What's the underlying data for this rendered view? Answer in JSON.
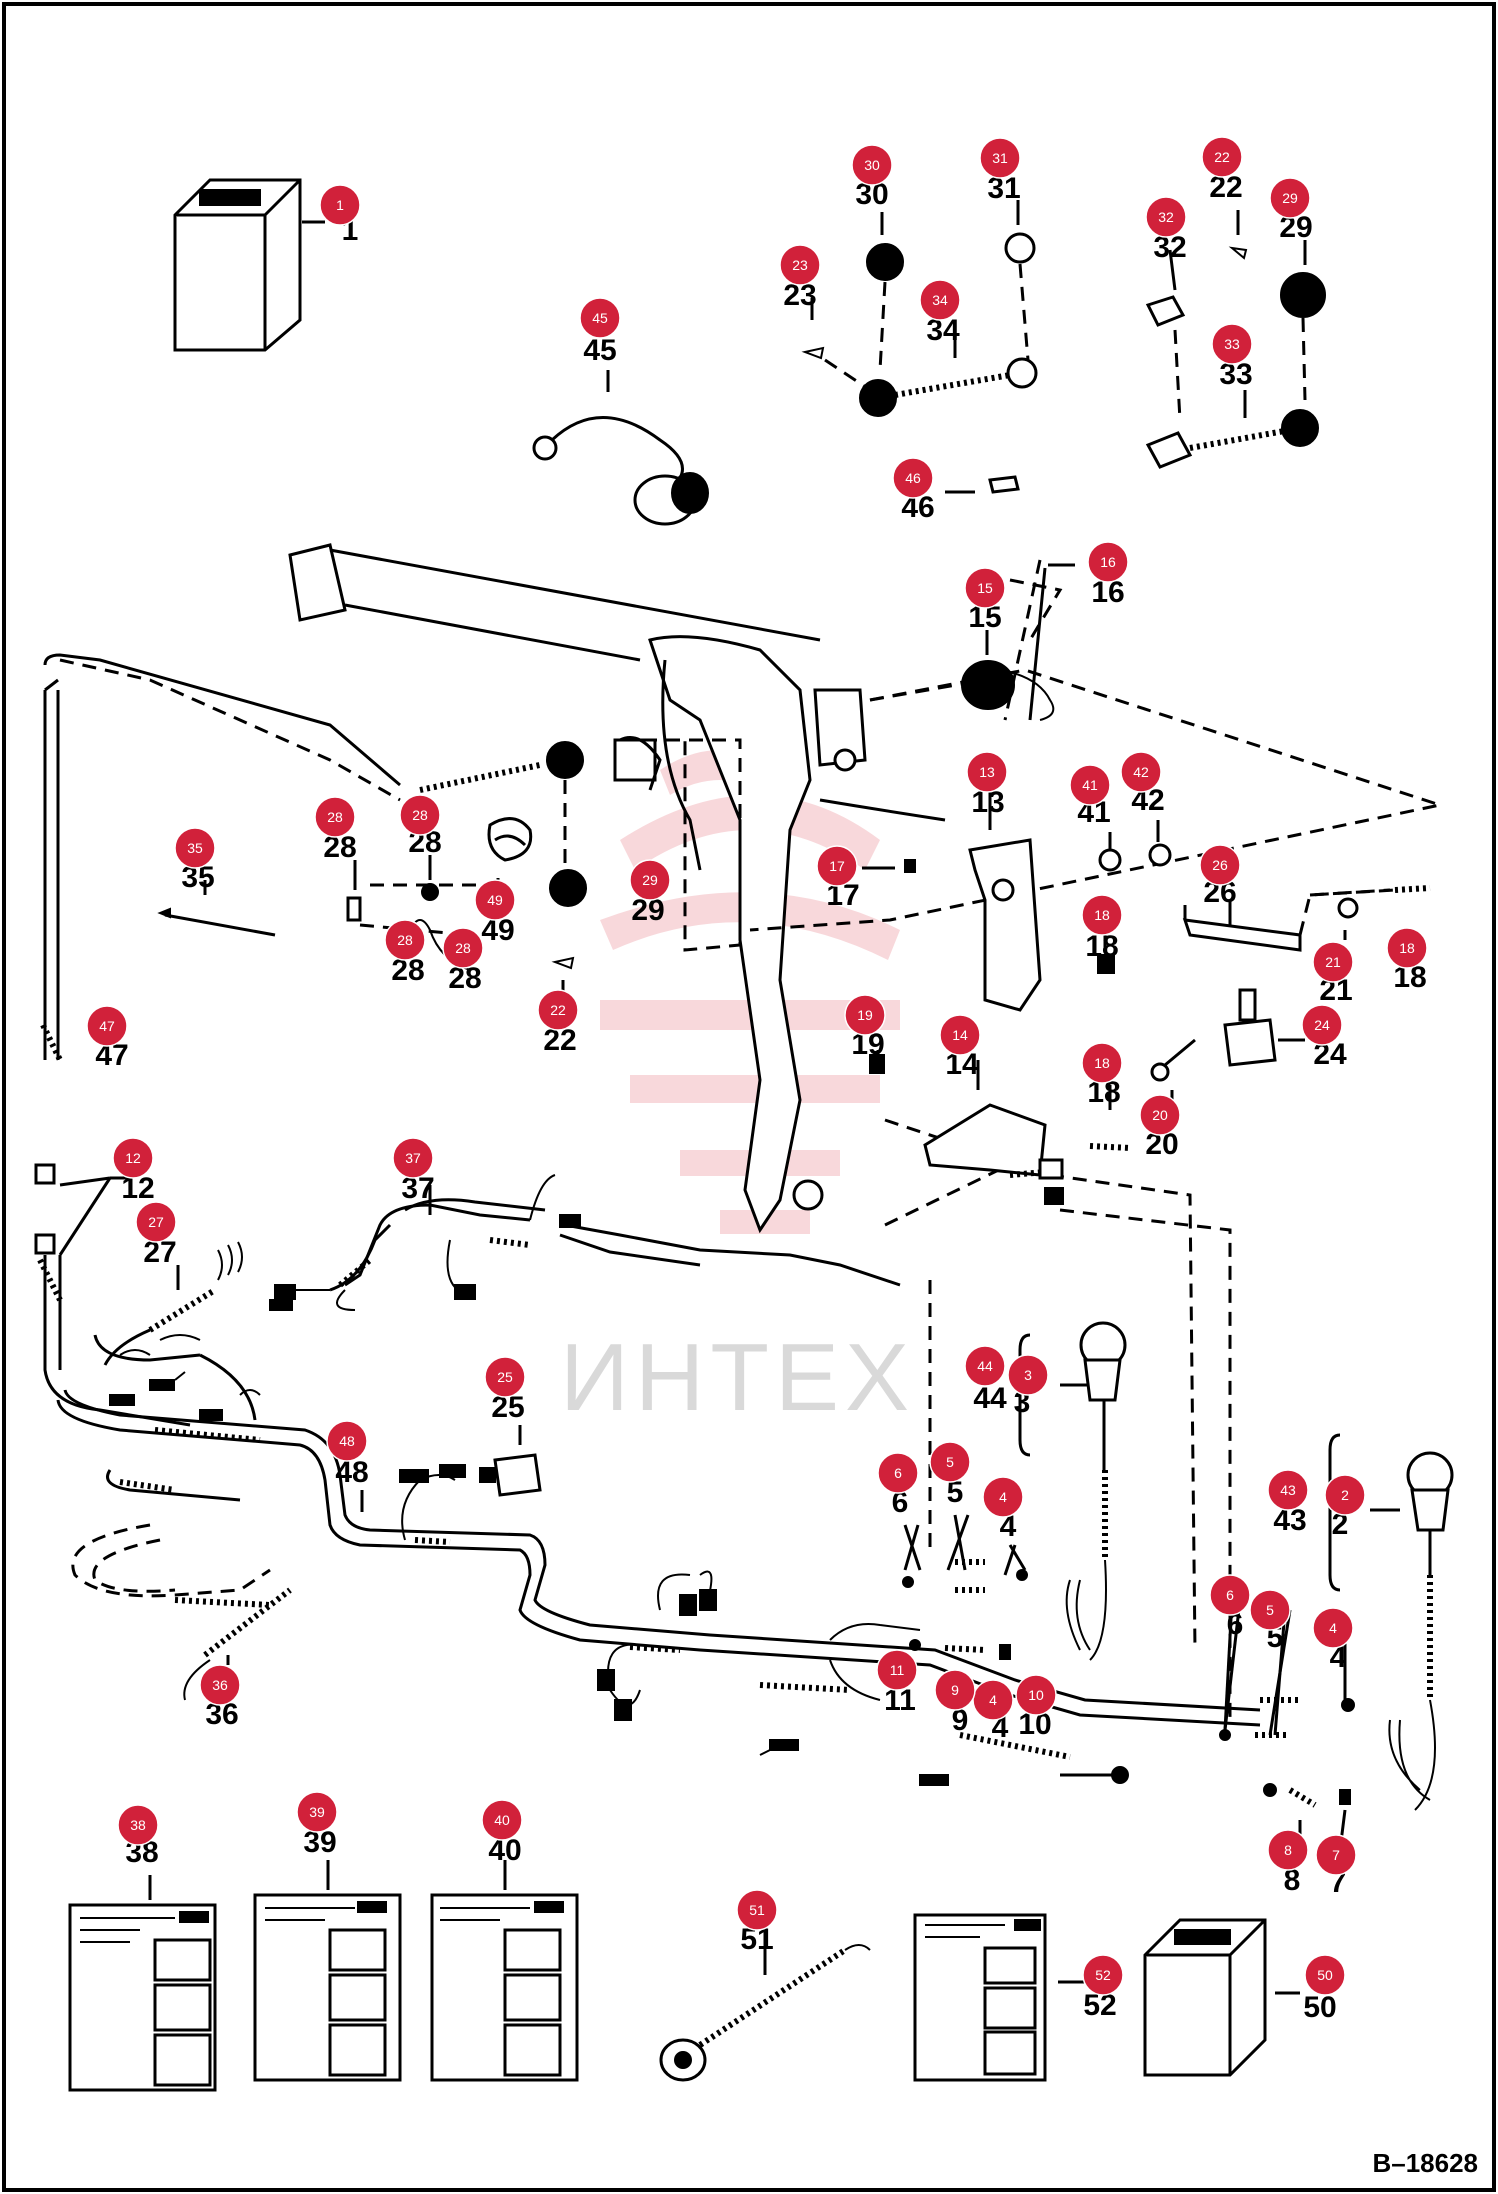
{
  "callouts": [
    {
      "n": "1"
    },
    {
      "n": "2"
    },
    {
      "n": "3"
    },
    {
      "n": "4"
    },
    {
      "n": "5"
    },
    {
      "n": "6"
    },
    {
      "n": "7"
    },
    {
      "n": "8"
    },
    {
      "n": "9"
    },
    {
      "n": "10"
    },
    {
      "n": "11"
    },
    {
      "n": "12"
    },
    {
      "n": "13"
    },
    {
      "n": "14"
    },
    {
      "n": "15"
    },
    {
      "n": "16"
    },
    {
      "n": "17"
    },
    {
      "n": "18"
    },
    {
      "n": "19"
    },
    {
      "n": "20"
    },
    {
      "n": "21"
    },
    {
      "n": "22"
    },
    {
      "n": "23"
    },
    {
      "n": "24"
    },
    {
      "n": "25"
    },
    {
      "n": "26"
    },
    {
      "n": "27"
    },
    {
      "n": "28"
    },
    {
      "n": "29"
    },
    {
      "n": "30"
    },
    {
      "n": "31"
    },
    {
      "n": "32"
    },
    {
      "n": "33"
    },
    {
      "n": "34"
    },
    {
      "n": "35"
    },
    {
      "n": "36"
    },
    {
      "n": "37"
    },
    {
      "n": "38"
    },
    {
      "n": "39"
    },
    {
      "n": "40"
    },
    {
      "n": "41"
    },
    {
      "n": "42"
    },
    {
      "n": "43"
    },
    {
      "n": "44"
    },
    {
      "n": "45"
    },
    {
      "n": "46"
    },
    {
      "n": "47"
    },
    {
      "n": "48"
    },
    {
      "n": "49"
    },
    {
      "n": "50"
    },
    {
      "n": "51"
    },
    {
      "n": "52"
    }
  ],
  "watermark": "ИНТЕХ",
  "drawing_code": "B–18628",
  "colors": {
    "badge": "#d1213a",
    "watermark": "#f2b8bd",
    "line": "#000000"
  }
}
